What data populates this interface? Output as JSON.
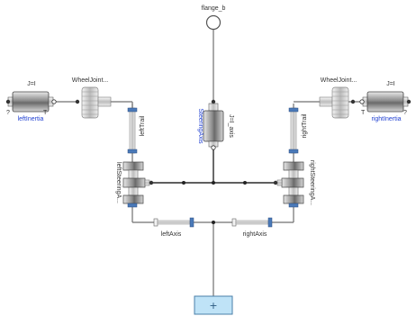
{
  "diagram": {
    "flange": {
      "label": "flange_b"
    },
    "left_inertia": {
      "type_label": "J=I",
      "name": "leftInertia"
    },
    "right_inertia": {
      "type_label": "J=I",
      "name": "rightInertia"
    },
    "left_wheel_joint": {
      "label": "WheelJoint..."
    },
    "right_wheel_joint": {
      "label": "WheelJoint..."
    },
    "steering_axis": {
      "name": "SteeringAxis",
      "param": "J=I_axis"
    },
    "left_trail": {
      "label": "leftTrail"
    },
    "right_trail": {
      "label": "rightTrail"
    },
    "left_steering": {
      "label": "leftSteeringA..."
    },
    "right_steering": {
      "label": "rightSteeringA..."
    },
    "left_axis": {
      "label": "leftAxis"
    },
    "right_axis": {
      "label": "rightAxis"
    },
    "bottom_block": {
      "symbol": "+"
    }
  },
  "colors": {
    "wire": "#707070",
    "connector": "#4a79b8",
    "highlight": "#bfe3f7",
    "label_blue": "#1f3fd1"
  }
}
